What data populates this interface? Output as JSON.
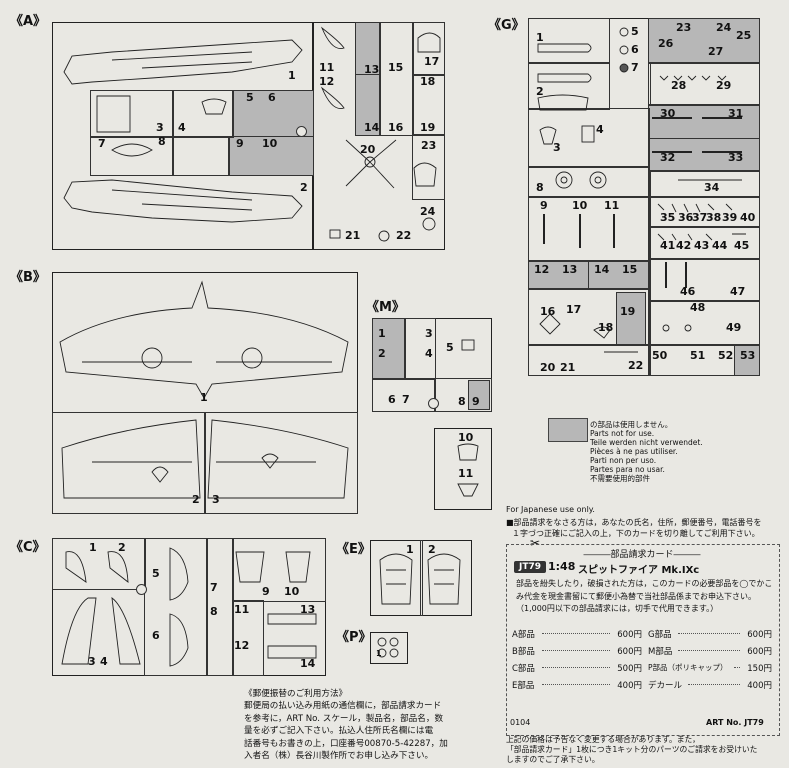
{
  "sprues": {
    "A": {
      "label": "《A》",
      "parts": [
        "1",
        "11",
        "12",
        "13",
        "14",
        "15",
        "16",
        "17",
        "18",
        "19",
        "3",
        "4",
        "5",
        "6",
        "7",
        "8",
        "9",
        "10",
        "20",
        "23",
        "2",
        "21",
        "22",
        "24"
      ]
    },
    "B": {
      "label": "《B》",
      "parts": [
        "1",
        "2",
        "3"
      ]
    },
    "C": {
      "label": "《C》",
      "parts": [
        "1",
        "2",
        "3",
        "4",
        "5",
        "6",
        "7",
        "8",
        "9",
        "10",
        "11",
        "12",
        "13",
        "14"
      ]
    },
    "E": {
      "label": "《E》",
      "parts": [
        "1",
        "2"
      ]
    },
    "P": {
      "label": "《P》",
      "parts": [
        "1"
      ]
    },
    "M": {
      "label": "《M》",
      "parts": [
        "1",
        "2",
        "3",
        "4",
        "5",
        "6",
        "7",
        "8",
        "9",
        "10",
        "11"
      ]
    },
    "G": {
      "label": "《G》",
      "parts": [
        "1",
        "2",
        "3",
        "4",
        "5",
        "6",
        "7",
        "8",
        "9",
        "10",
        "11",
        "12",
        "13",
        "14",
        "15",
        "16",
        "17",
        "18",
        "19",
        "20",
        "21",
        "22",
        "23",
        "24",
        "25",
        "26",
        "27",
        "28",
        "29",
        "30",
        "31",
        "32",
        "33",
        "34",
        "35",
        "36",
        "37",
        "38",
        "39",
        "40",
        "41",
        "42",
        "43",
        "44",
        "45",
        "46",
        "47",
        "48",
        "49",
        "50",
        "51",
        "52",
        "53"
      ]
    }
  },
  "legend": {
    "lines": [
      "の部品は使用しません。",
      "Parts not for use.",
      "Teile werden nicht verwendet.",
      "Pièces à ne pas utiliser.",
      "Parti non per uso.",
      "Partes para no usar.",
      "不需要使用的部件"
    ],
    "gray_color": "#b7b7b7"
  },
  "order": {
    "japanese_only": "For Japanese use only.",
    "intro": "■部品請求をなさる方は，あなたの氏名，住所，郵便番号，電話番号を",
    "intro2": "１字づつ正確にご記入の上，下のカードを切り離してご利用下さい。",
    "card_title": "部品請求カード",
    "code": "JT79",
    "scale": "1:48",
    "product": "スピットファイア Mk.IXc",
    "desc1": "部品を紛失したり，破損された方は，このカードの必要部品を◯でかこ",
    "desc2": "み代金を現金書留にて郵便小為替で当社部品係までお申込下さい。",
    "desc3": "（1,000円以下の部品請求には，切手で代用できます。）",
    "parts_left": [
      {
        "name": "A部品",
        "price": "600円"
      },
      {
        "name": "B部品",
        "price": "600円"
      },
      {
        "name": "C部品",
        "price": "500円"
      },
      {
        "name": "E部品",
        "price": "400円"
      }
    ],
    "parts_right": [
      {
        "name": "G部品",
        "price": "600円"
      },
      {
        "name": "M部品",
        "price": "600円"
      },
      {
        "name": "P部品（ポリキャップ）",
        "price": "150円"
      },
      {
        "name": "デカール",
        "price": "400円"
      }
    ],
    "footer_code": "0104",
    "art_no": "ART No. JT79",
    "note1": "上記の価格は予告なく変更する場合があります。また，",
    "note2": "「部品請求カード」1枚につき1キット分のパーツのご請求をお受けいた",
    "note3": "しますのでご了承下さい。"
  },
  "postal": {
    "title": "《郵便振替のご利用方法》",
    "lines": [
      "郵便局の払い込み用紙の通信欄に，部品請求カード",
      "を参考に，ART No. スケール，製品名，部品名，数",
      "量を必ずご記入下さい。払込人住所氏名欄には電",
      "話番号もお書きの上，口座番号00870-5-42287，加",
      "入者名（株）長谷川製作所でお申し込み下さい。"
    ]
  }
}
